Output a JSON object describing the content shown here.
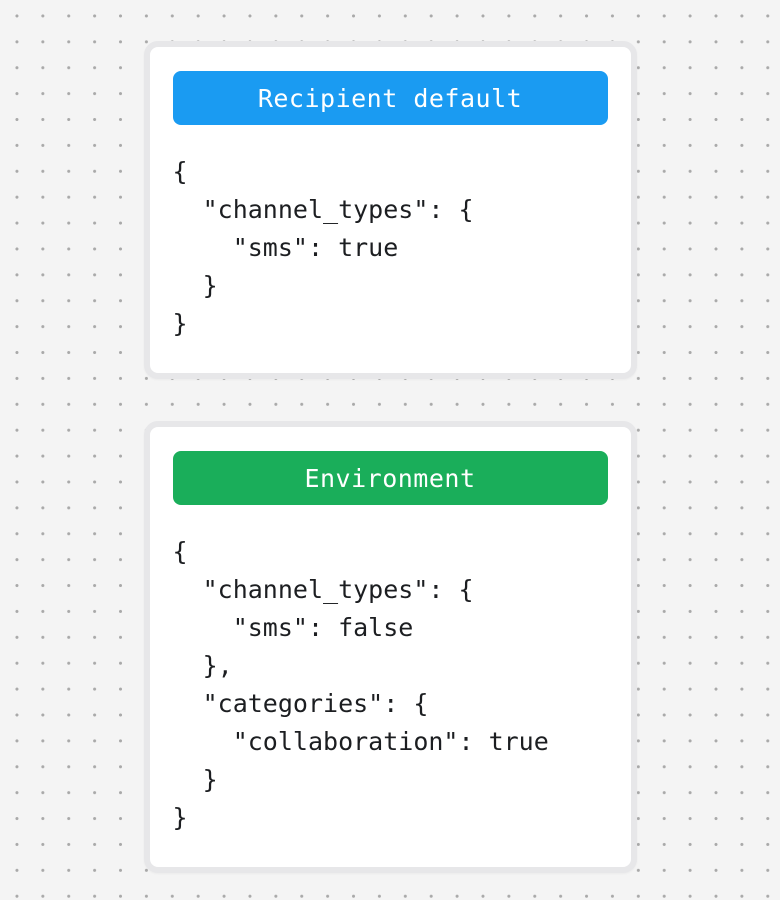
{
  "page": {
    "background_color": "#f4f4f4",
    "dot_color": "#a9a9a9",
    "card_background": "#ffffff",
    "card_border_color": "#e7e7e9",
    "code_text_color": "#1c1e21",
    "header_text_color": "#ffffff"
  },
  "cards": [
    {
      "title": "Recipient default",
      "title_bg": "#1a9bf2",
      "code_lines": [
        "{",
        "  \"channel_types\": {",
        "    \"sms\": true",
        "  }",
        "}"
      ]
    },
    {
      "title": "Environment",
      "title_bg": "#1aae5a",
      "code_lines": [
        "{",
        "  \"channel_types\": {",
        "    \"sms\": false",
        "  },",
        "  \"categories\": {",
        "    \"collaboration\": true",
        "  }",
        "}"
      ]
    }
  ]
}
